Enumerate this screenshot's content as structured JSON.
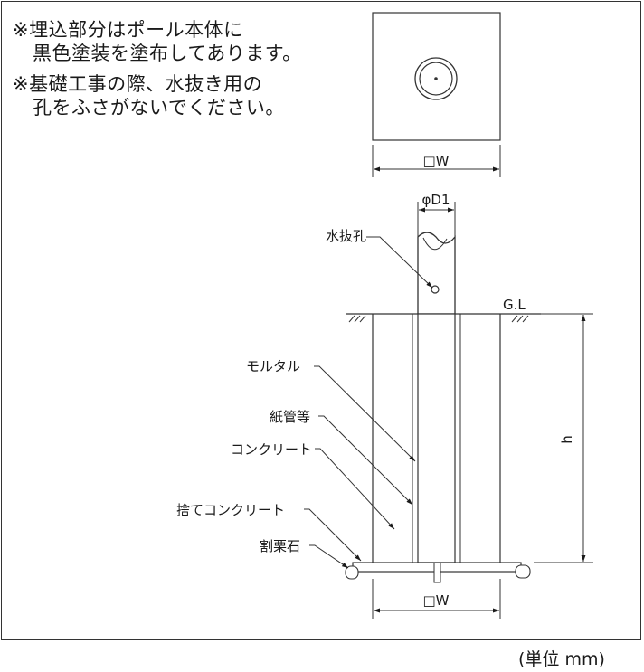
{
  "notes": [
    {
      "line1": "※埋込部分はポール本体に",
      "line2": "黒色塗装を塗布してあります。"
    },
    {
      "line1": "※基礎工事の際、水抜き用の",
      "line2": "孔をふさがないでください。"
    }
  ],
  "labels": {
    "top_width": "□W",
    "diameter": "φD1",
    "drain_hole": "水抜孔",
    "ground_level": "G.L",
    "mortar": "モルタル",
    "paper_tube": "紙管等",
    "concrete": "コンクリート",
    "leveling_concrete": "捨てコンクリート",
    "crushed_stone": "割栗石",
    "height": "h",
    "bottom_width": "□W"
  },
  "unit": "(単位 mm)"
}
